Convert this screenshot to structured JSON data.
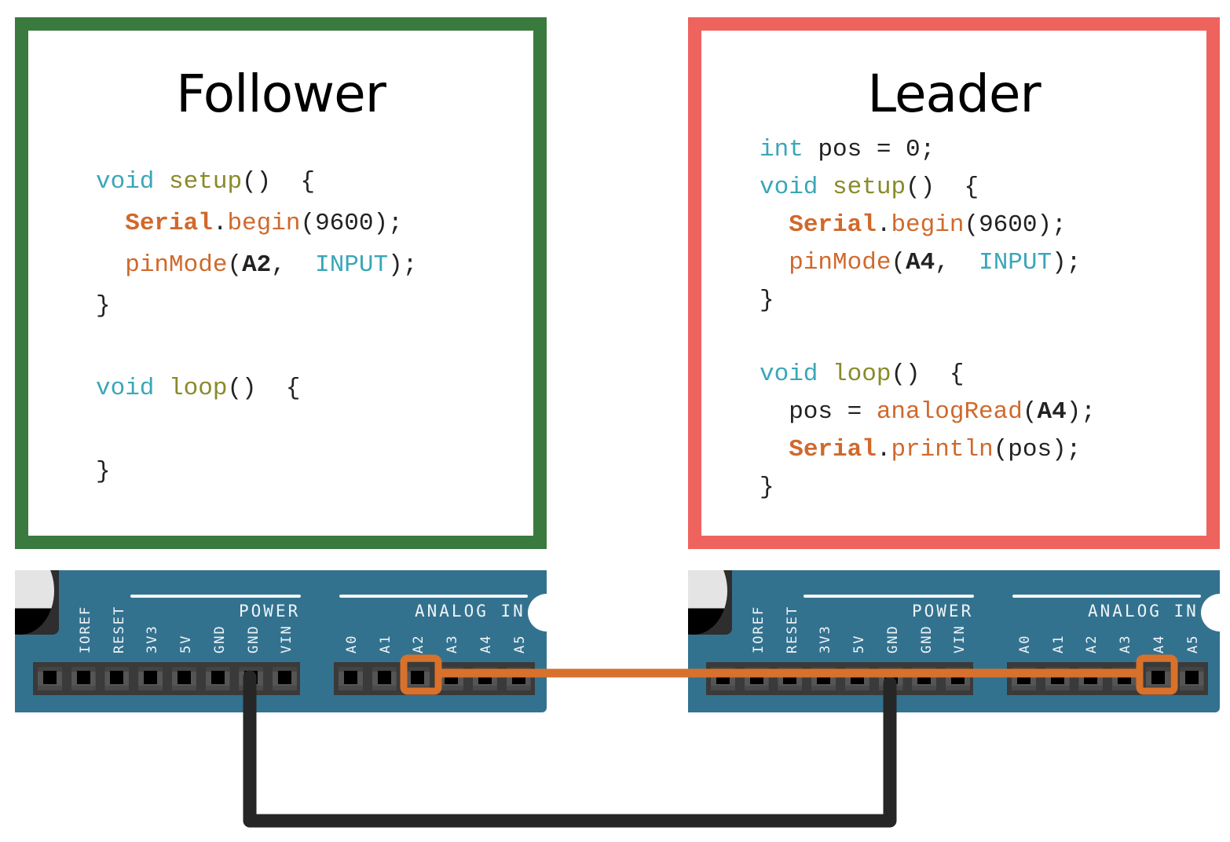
{
  "follower": {
    "title": "Follower",
    "border_color": "#3a7a3e",
    "code_lines": [
      [
        {
          "t": "void",
          "c": "kw"
        },
        {
          "t": " ",
          "c": "txt"
        },
        {
          "t": "setup",
          "c": "fn"
        },
        {
          "t": "()  {",
          "c": "txt"
        }
      ],
      [
        {
          "t": "  ",
          "c": "txt"
        },
        {
          "t": "Serial",
          "c": "obj"
        },
        {
          "t": ".",
          "c": "txt"
        },
        {
          "t": "begin",
          "c": "meth"
        },
        {
          "t": "(9600);",
          "c": "txt"
        }
      ],
      [
        {
          "t": "  ",
          "c": "txt"
        },
        {
          "t": "pinMode",
          "c": "meth"
        },
        {
          "t": "(",
          "c": "txt"
        },
        {
          "t": "A2",
          "c": "txt-b"
        },
        {
          "t": ",  ",
          "c": "txt"
        },
        {
          "t": "INPUT",
          "c": "kw"
        },
        {
          "t": ");",
          "c": "txt"
        }
      ],
      [
        {
          "t": "}",
          "c": "txt"
        }
      ],
      [],
      [
        {
          "t": "void",
          "c": "kw"
        },
        {
          "t": " ",
          "c": "txt"
        },
        {
          "t": "loop",
          "c": "fn"
        },
        {
          "t": "()  {",
          "c": "txt"
        }
      ],
      [],
      [
        {
          "t": "}",
          "c": "txt"
        }
      ]
    ],
    "line_heights": [
      0,
      53,
      53,
      53,
      52,
      53,
      53,
      53
    ]
  },
  "leader": {
    "title": "Leader",
    "border_color": "#ee635e",
    "code_lines": [
      [
        {
          "t": "int",
          "c": "kw"
        },
        {
          "t": " pos = 0;",
          "c": "txt"
        }
      ],
      [
        {
          "t": "void",
          "c": "kw"
        },
        {
          "t": " ",
          "c": "txt"
        },
        {
          "t": "setup",
          "c": "fn"
        },
        {
          "t": "()  {",
          "c": "txt"
        }
      ],
      [
        {
          "t": "  ",
          "c": "txt"
        },
        {
          "t": "Serial",
          "c": "obj"
        },
        {
          "t": ".",
          "c": "txt"
        },
        {
          "t": "begin",
          "c": "meth"
        },
        {
          "t": "(9600);",
          "c": "txt"
        }
      ],
      [
        {
          "t": "  ",
          "c": "txt"
        },
        {
          "t": "pinMode",
          "c": "meth"
        },
        {
          "t": "(",
          "c": "txt"
        },
        {
          "t": "A4",
          "c": "txt-b"
        },
        {
          "t": ",  ",
          "c": "txt"
        },
        {
          "t": "INPUT",
          "c": "kw"
        },
        {
          "t": ");",
          "c": "txt"
        }
      ],
      [
        {
          "t": "}",
          "c": "txt"
        }
      ],
      [],
      [
        {
          "t": "void",
          "c": "kw"
        },
        {
          "t": " ",
          "c": "txt"
        },
        {
          "t": "loop",
          "c": "fn"
        },
        {
          "t": "()  {",
          "c": "txt"
        }
      ],
      [
        {
          "t": "  pos = ",
          "c": "txt"
        },
        {
          "t": "analogRead",
          "c": "meth"
        },
        {
          "t": "(",
          "c": "txt"
        },
        {
          "t": "A4",
          "c": "txt-b"
        },
        {
          "t": ");",
          "c": "txt"
        }
      ],
      [
        {
          "t": "  ",
          "c": "txt"
        },
        {
          "t": "Serial",
          "c": "obj"
        },
        {
          "t": ".",
          "c": "txt"
        },
        {
          "t": "println",
          "c": "meth"
        },
        {
          "t": "(pos);",
          "c": "txt"
        }
      ],
      [
        {
          "t": "}",
          "c": "txt"
        }
      ]
    ]
  },
  "board": {
    "color": "#33728f",
    "power_group_label": "POWER",
    "analog_group_label": "ANALOG IN",
    "power_pins": [
      "IOREF",
      "RESET",
      "3V3",
      "5V",
      "GND",
      "GND",
      "VIN"
    ],
    "analog_pins": [
      "A0",
      "A1",
      "A2",
      "A3",
      "A4",
      "A5"
    ]
  },
  "connections": [
    {
      "name": "signal-wire",
      "color": "#d8712b",
      "from": {
        "board": "follower",
        "pin": "A2"
      },
      "to": {
        "board": "leader",
        "pin": "A4"
      }
    },
    {
      "name": "ground-wire",
      "color": "#262626",
      "from": {
        "board": "follower",
        "pin": "GND"
      },
      "to": {
        "board": "leader",
        "pin": "GND"
      }
    }
  ]
}
